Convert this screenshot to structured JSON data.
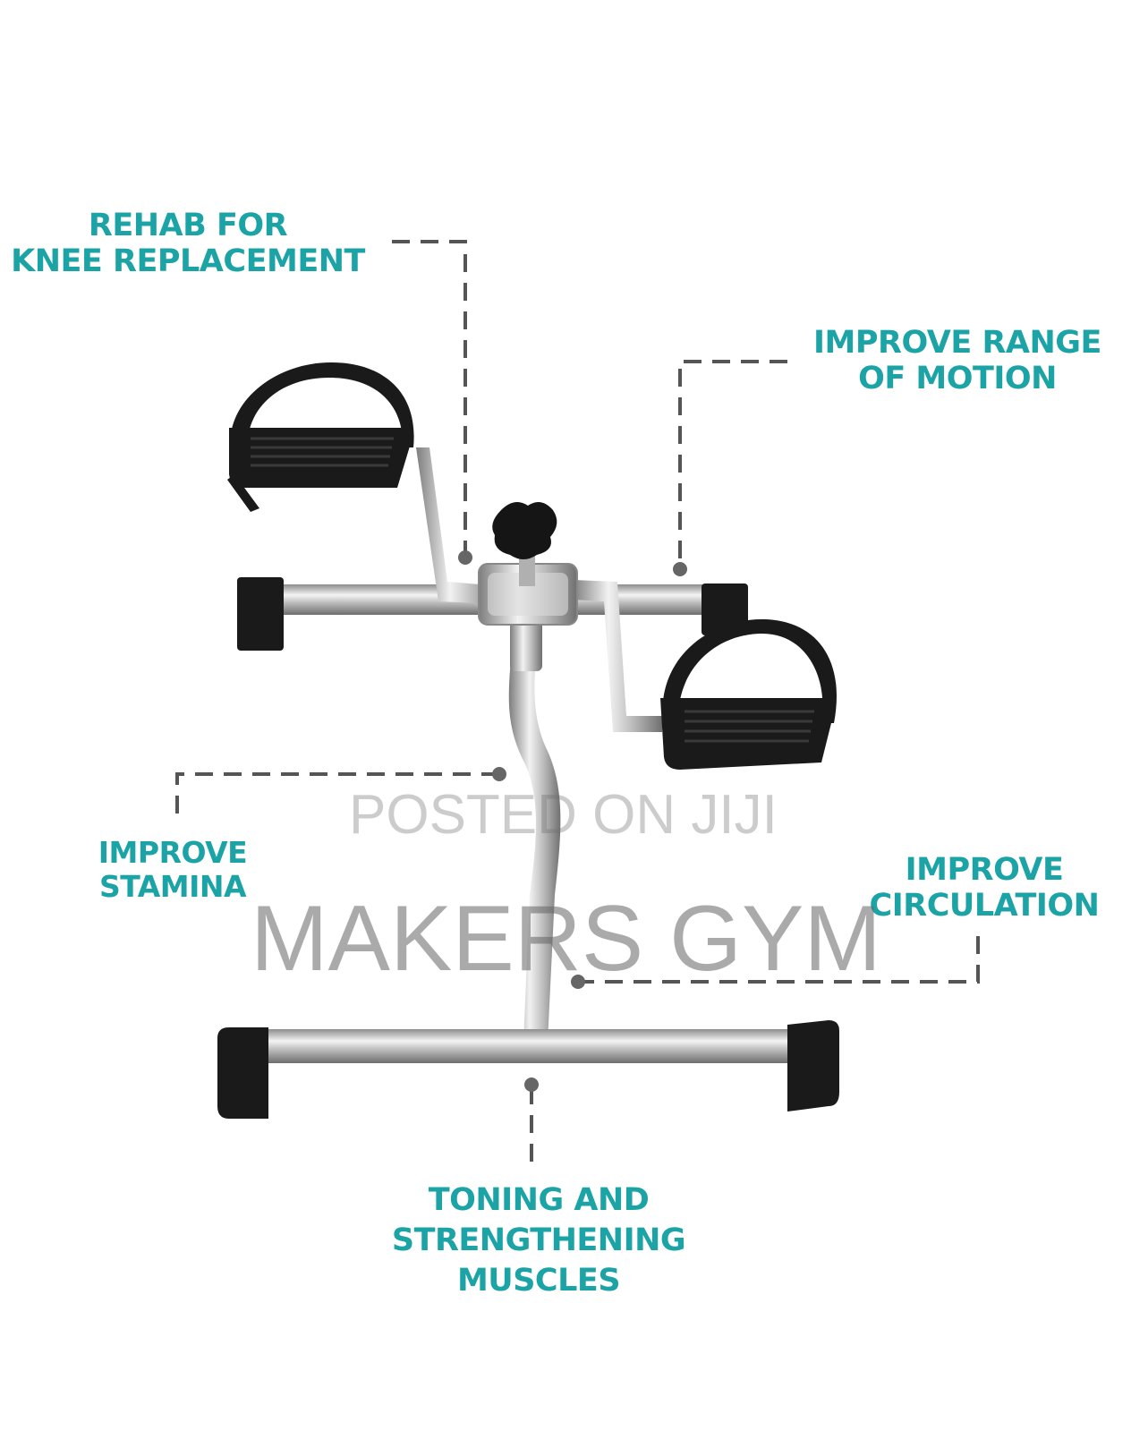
{
  "labels": {
    "rehab": [
      "REHAB FOR",
      "KNEE REPLACEMENT"
    ],
    "range": [
      "IMPROVE RANGE",
      "OF MOTION"
    ],
    "stamina": [
      "IMPROVE",
      "STAMINA"
    ],
    "circulation": [
      "IMPROVE",
      "CIRCULATION"
    ],
    "toning": [
      "TONING AND",
      "STRENGTHENING",
      "MUSCLES"
    ]
  },
  "watermark": {
    "posted": "POSTED ON JIJI",
    "brand": "MAKERS GYM"
  },
  "colors": {
    "accent": "#1ba3a6",
    "leader": "#555555",
    "chrome": "#c8c8c8",
    "rubber": "#1a1a1a"
  }
}
